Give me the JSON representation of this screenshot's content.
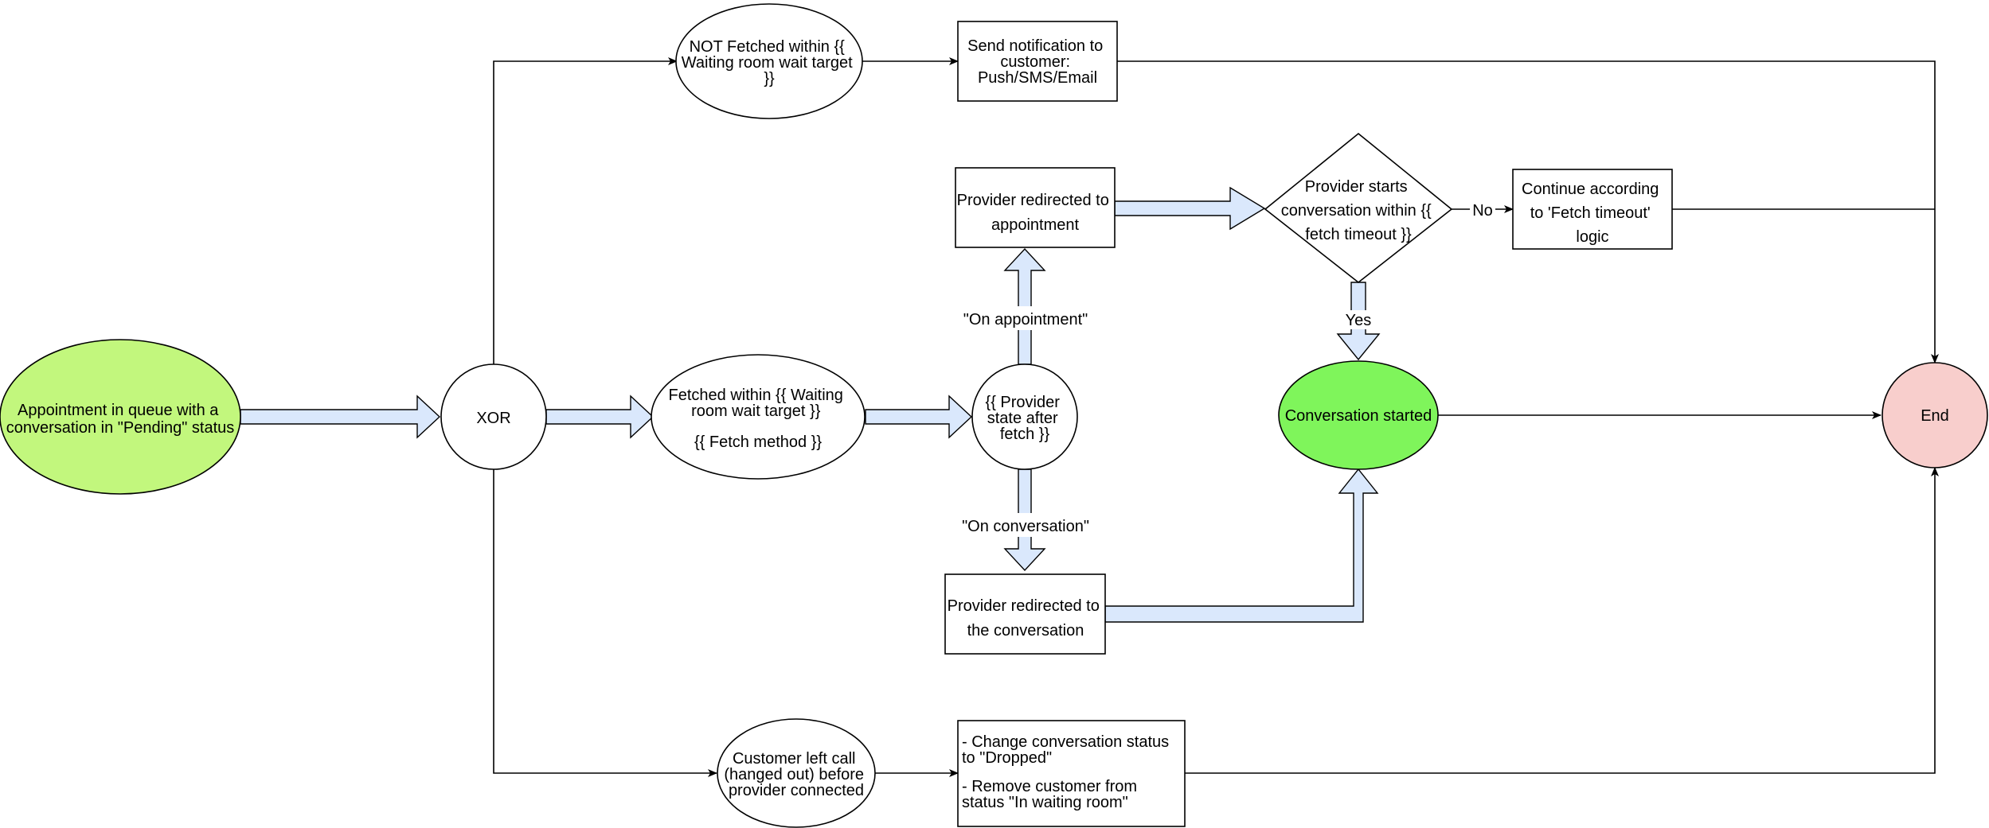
{
  "colors": {
    "start_fill": "#c2f77d",
    "conversation_started_fill": "#7ff55b",
    "end_fill": "#f8cecc",
    "flow_arrow_fill": "#dae8fc",
    "stroke": "#000000"
  },
  "nodes": {
    "start": {
      "lines": [
        "Appointment in queue with a",
        "conversation in \"Pending\" status"
      ]
    },
    "xor": {
      "lines": [
        "XOR"
      ]
    },
    "not_fetched": {
      "lines": [
        "NOT Fetched within {{",
        "Waiting room wait target",
        "}}"
      ]
    },
    "send_notification": {
      "lines": [
        "Send notification to",
        "customer:",
        "Push/SMS/Email"
      ]
    },
    "fetched": {
      "lines": [
        "Fetched within {{ Waiting",
        "room wait target }}",
        "{{ Fetch method }}"
      ]
    },
    "provider_state": {
      "lines": [
        "{{ Provider",
        "state after",
        "fetch }}"
      ]
    },
    "redirected_appointment": {
      "lines": [
        "Provider redirected to",
        "appointment"
      ]
    },
    "redirected_conversation": {
      "lines": [
        "Provider redirected to",
        "the conversation"
      ]
    },
    "provider_starts": {
      "lines": [
        "Provider starts",
        "conversation within {{",
        "fetch timeout }}"
      ]
    },
    "continue_timeout": {
      "lines": [
        "Continue according",
        "to 'Fetch timeout'",
        "logic"
      ]
    },
    "conversation_started": {
      "lines": [
        "Conversation started"
      ]
    },
    "end": {
      "lines": [
        "End"
      ]
    },
    "customer_left": {
      "lines": [
        "Customer left call",
        "(hanged out) before",
        "provider connected"
      ]
    },
    "change_status": {
      "lines": [
        "- Change conversation status",
        "to \"Dropped\"",
        "- Remove customer from",
        "status \"In waiting room\""
      ]
    }
  },
  "edge_labels": {
    "on_appointment": "\"On appointment\"",
    "on_conversation": "\"On conversation\"",
    "no": "No",
    "yes": "Yes"
  }
}
